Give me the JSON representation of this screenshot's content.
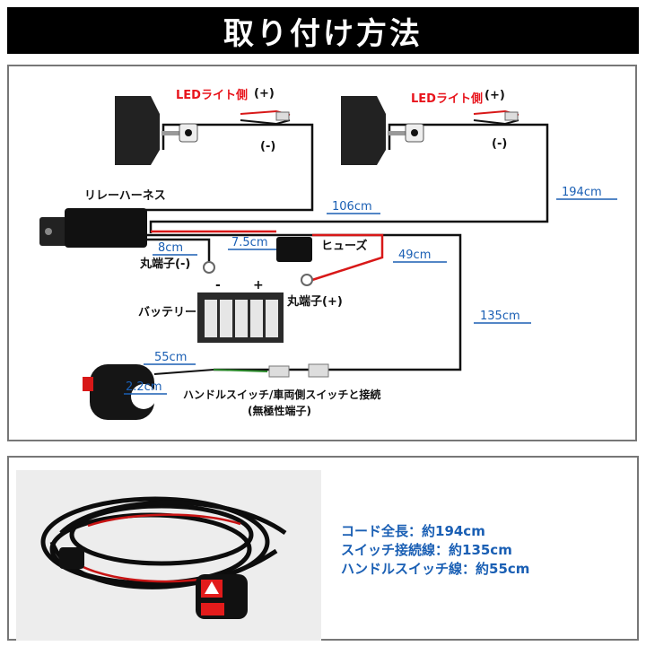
{
  "title": "取り付け方法",
  "diagram": {
    "led_left": {
      "label": "LEDライト側",
      "plus": "(+)",
      "minus": "(-)"
    },
    "led_right": {
      "label": "LEDライト側",
      "plus": "(+)",
      "minus": "(-)"
    },
    "relay_label": "リレーハーネス",
    "fuse_label": "ヒューズ",
    "battery_label": "バッテリー",
    "battery_minus": "-",
    "battery_plus": "+",
    "terminal_minus": "丸端子(-)",
    "terminal_plus": "丸端子(+)",
    "len_106": "106cm",
    "len_194": "194cm",
    "len_8": "8cm",
    "len_7_5": "7.5cm",
    "len_49": "49cm",
    "len_135": "135cm",
    "len_55": "55cm",
    "len_2_2": "2.2cm",
    "switch_label_1": "ハンドルスイッチ/車両側スイッチと接続",
    "switch_label_2": "(無極性端子)"
  },
  "specs": {
    "cord_total": "コード全長：約194cm",
    "switch_wire": "スイッチ接続線：約135cm",
    "handle_wire": "ハンドルスイッチ線：約55cm"
  },
  "colors": {
    "label_red": "#e8141c",
    "dim_blue": "#1a5fb4",
    "wire_red": "#d81818",
    "wire_black": "#111111"
  }
}
